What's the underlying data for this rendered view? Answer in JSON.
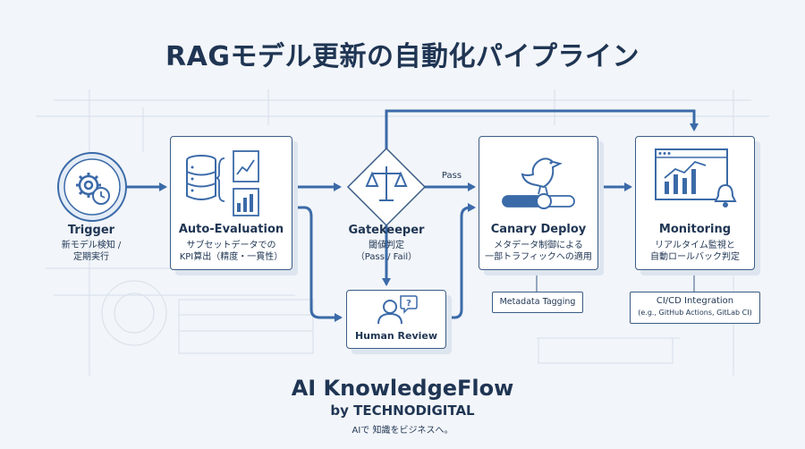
{
  "title": "RAGモデル更新の自動化パイプライン",
  "nodes": {
    "trigger": {
      "title": "Trigger",
      "desc1": "新モデル検知 /",
      "desc2": "定期実行"
    },
    "auto_eval": {
      "title": "Auto-Evaluation",
      "desc1": "サブセットデータでの",
      "desc2": "KPI算出（精度・一貫性）"
    },
    "gatekeeper": {
      "title": "Gatekeeper",
      "desc1": "閾値判定",
      "desc2": "（Pass / Fail）"
    },
    "canary": {
      "title": "Canary Deploy",
      "desc1": "メタデータ制御による",
      "desc2": "一部トラフィックへの適用"
    },
    "monitoring": {
      "title": "Monitoring",
      "desc1": "リアルタイム監視と",
      "desc2": "自動ロールバック判定"
    },
    "human_review": {
      "title": "Human Review"
    }
  },
  "edges": {
    "pass_label": "Pass"
  },
  "tags": {
    "metadata": "Metadata Tagging",
    "cicd_title": "CI/CD Integration",
    "cicd_sub": "(e.g., GitHub Actions, GitLab CI)"
  },
  "brand": {
    "name": "AI KnowledgeFlow",
    "by": "by TECHNODIGITAL",
    "tagline": "AIで 知識をビジネスへ。"
  },
  "colors": {
    "accent": "#3b6aa8",
    "text": "#1f3553",
    "background": "#f2f5f9"
  }
}
